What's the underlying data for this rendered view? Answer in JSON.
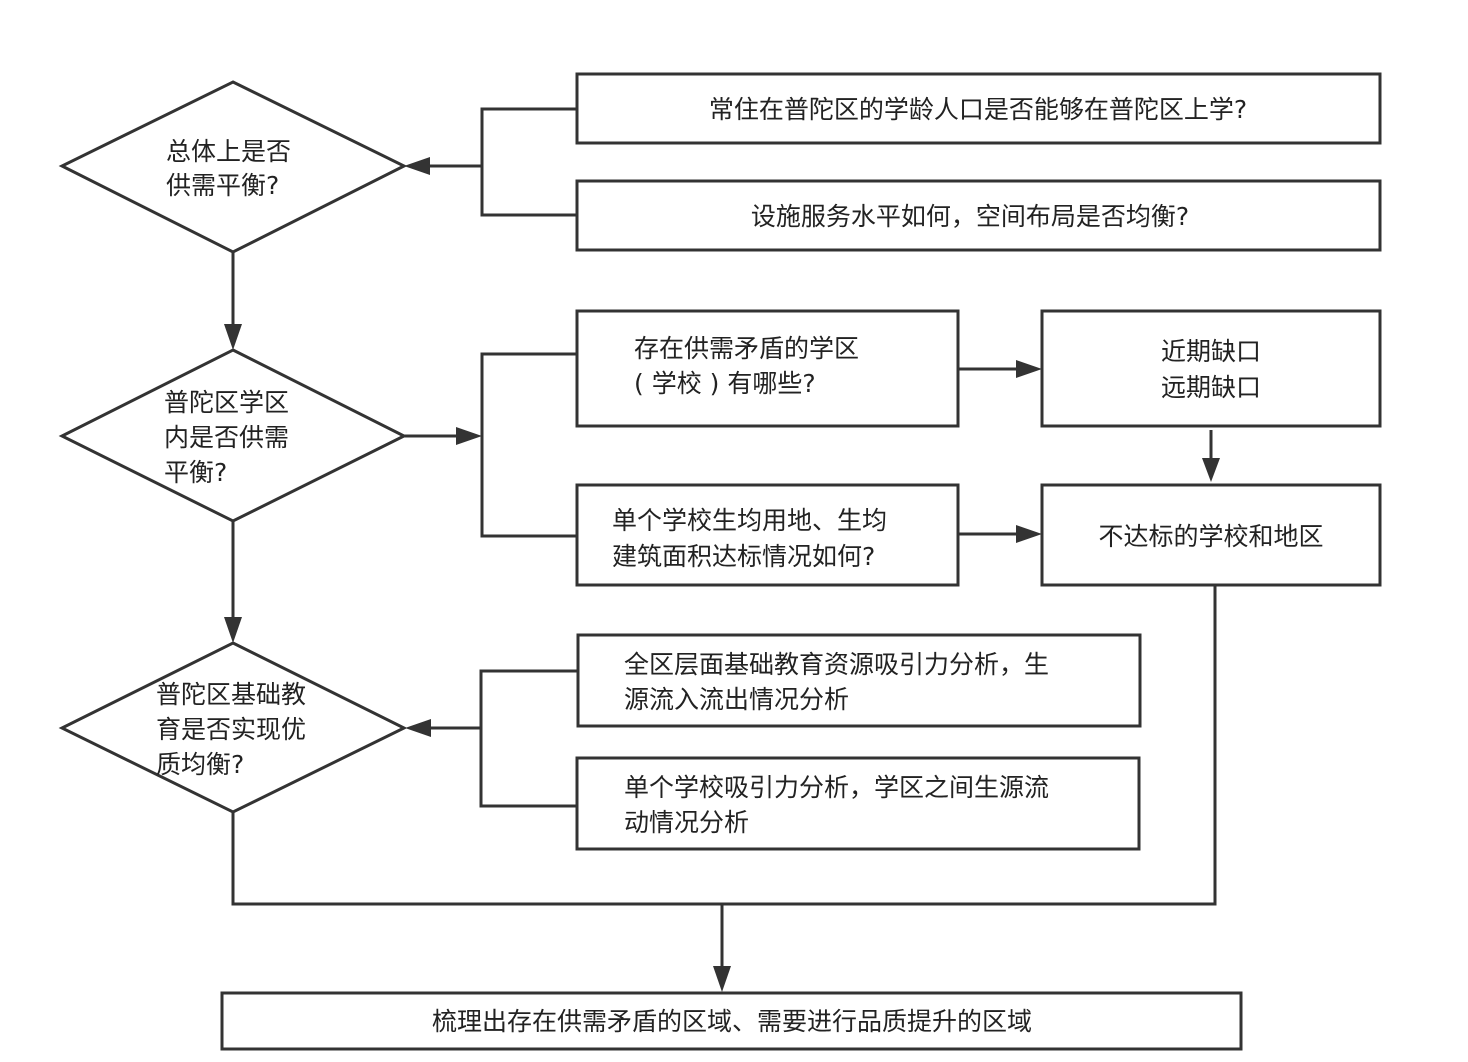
{
  "diagram": {
    "type": "flowchart",
    "colors": {
      "stroke": "#333333",
      "text": "#222222",
      "background": "#ffffff"
    },
    "decisions": [
      {
        "id": "d1",
        "lines": [
          "总体上是否",
          "供需平衡?"
        ]
      },
      {
        "id": "d2",
        "lines": [
          "普陀区学区",
          "内是否供需",
          "平衡?"
        ]
      },
      {
        "id": "d3",
        "lines": [
          "普陀区基础教",
          "育是否实现优",
          "质均衡?"
        ]
      }
    ],
    "boxes": [
      {
        "id": "b1",
        "lines": [
          "常住在普陀区的学龄人口是否能够在普陀区上学?"
        ]
      },
      {
        "id": "b2",
        "lines": [
          "设施服务水平如何，空间布局是否均衡?"
        ]
      },
      {
        "id": "b3",
        "lines": [
          "存在供需矛盾的学区",
          "( 学校 ) 有哪些?"
        ]
      },
      {
        "id": "b4",
        "lines": [
          "近期缺口",
          "远期缺口"
        ]
      },
      {
        "id": "b5",
        "lines": [
          "单个学校生均用地、生均",
          "建筑面积达标情况如何?"
        ]
      },
      {
        "id": "b6",
        "lines": [
          "不达标的学校和地区"
        ]
      },
      {
        "id": "b7",
        "lines": [
          "全区层面基础教育资源吸引力分析，生",
          "源流入流出情况分析"
        ]
      },
      {
        "id": "b8",
        "lines": [
          "单个学校吸引力分析，学区之间生源流",
          "动情况分析"
        ]
      },
      {
        "id": "b9",
        "lines": [
          "梳理出存在供需矛盾的区域、需要进行品质提升的区域"
        ]
      }
    ],
    "edges": [
      {
        "from": "b1",
        "to": "d1"
      },
      {
        "from": "b2",
        "to": "d1"
      },
      {
        "from": "d1",
        "to": "d2"
      },
      {
        "from": "d2",
        "to": "b3"
      },
      {
        "from": "d2",
        "to": "b5"
      },
      {
        "from": "b3",
        "to": "b4"
      },
      {
        "from": "b4",
        "to": "b6"
      },
      {
        "from": "b5",
        "to": "b6"
      },
      {
        "from": "d2",
        "to": "d3"
      },
      {
        "from": "b7",
        "to": "d3"
      },
      {
        "from": "b8",
        "to": "d3"
      },
      {
        "from": "d3",
        "to": "b9"
      },
      {
        "from": "b6",
        "to": "b9"
      }
    ]
  }
}
